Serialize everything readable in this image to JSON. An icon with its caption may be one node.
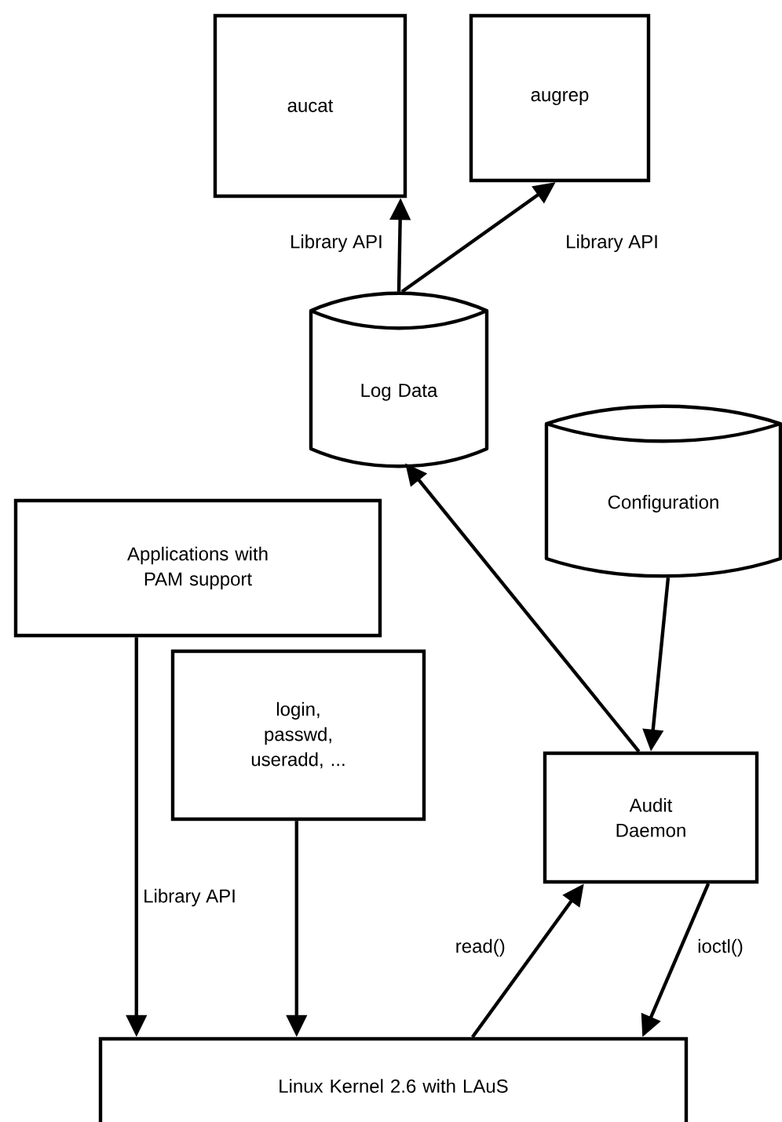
{
  "diagram": {
    "nodes": [
      {
        "text": [
          "aucat"
        ]
      },
      {
        "text": [
          "augrep"
        ]
      },
      {
        "text": [
          "Log Data"
        ]
      },
      {
        "text": [
          "Configuration"
        ]
      },
      {
        "text": [
          "Applications with PAM support"
        ]
      },
      {
        "text": [
          "login, passwd, useradd, ..."
        ]
      },
      {
        "text": [
          "Audit Daemon"
        ]
      },
      {
        "text": [
          "Linux Kernel 2.6 with LAuS"
        ]
      }
    ],
    "edges": [
      {
        "from": 2,
        "to": 0,
        "arrow": "to",
        "label": "Library API"
      },
      {
        "from": 2,
        "to": 1,
        "arrow": "to",
        "label": "Library API"
      },
      {
        "from": 6,
        "to": 2,
        "arrow": "to"
      },
      {
        "from": 3,
        "to": 6,
        "arrow": "to"
      },
      {
        "from": 4,
        "to": 7,
        "arrow": "to",
        "label": "Library API"
      },
      {
        "from": 5,
        "to": 7,
        "arrow": "to"
      },
      {
        "from": 7,
        "to": 6,
        "arrow": "to",
        "label": "read()"
      },
      {
        "from": 6,
        "to": 7,
        "arrow": "to",
        "label": "ioctl()"
      }
    ]
  }
}
